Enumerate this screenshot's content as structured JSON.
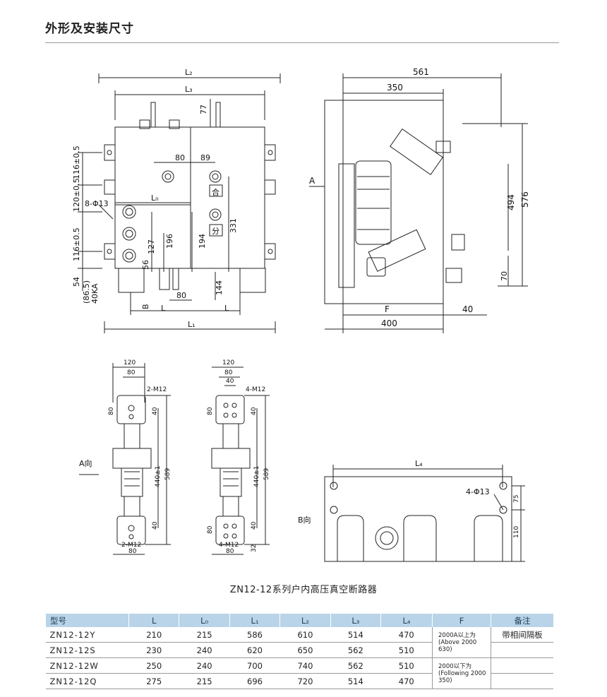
{
  "header": {
    "title": "外形及安装尺寸"
  },
  "drawing": {
    "front": {
      "L2": "L₂",
      "L3": "L₃",
      "L0": "L₀",
      "L1": "L₁",
      "L": "L",
      "d77": "77",
      "d80a": "80",
      "d89": "89",
      "d80b": "80",
      "he": "合",
      "fen": "分",
      "d116a": "116±0.5",
      "d120": "120±0.5",
      "d116b": "116±0.5",
      "phi13": "8-Φ13",
      "d54": "54",
      "d865": "(86.5)",
      "d40ka": "40KA",
      "d56": "56",
      "d127": "127",
      "d196": "196",
      "d194": "194",
      "d331": "331",
      "d144": "144",
      "B": "B"
    },
    "side": {
      "d561": "561",
      "d350": "350",
      "A": "A",
      "d494": "494",
      "d576": "576",
      "d70": "70",
      "F": "F",
      "d40": "40",
      "d400": "400"
    },
    "terminal_left": {
      "d120": "120",
      "d80": "80",
      "m12top": "2-M12",
      "d80v": "80",
      "d40": "40",
      "d589": "589",
      "d440": "440±1",
      "d40b": "40",
      "m12bot": "2-M12",
      "d80bot": "80",
      "aview": "A向"
    },
    "terminal_right": {
      "d120": "120",
      "d80": "80",
      "d40": "40",
      "m12top": "4-M12",
      "d80v": "80",
      "d40v": "40",
      "d589": "589",
      "d440": "440±1",
      "d40b": "40",
      "d80b": "80",
      "m12bot": "4-M12",
      "d32": "32",
      "d80bot": "80"
    },
    "bview": {
      "L4": "L₄",
      "phi13": "4-Φ13",
      "d75": "75",
      "d110": "110",
      "label": "B向"
    }
  },
  "caption": "ZN12-12系列户内高压真空断路器",
  "table": {
    "headers": [
      "型号",
      "L",
      "L₀",
      "L₁",
      "L₂",
      "L₃",
      "L₄",
      "F",
      "备注"
    ],
    "rows": [
      {
        "model": "ZN12-12Y",
        "L": "210",
        "L0": "215",
        "L1": "586",
        "L2": "610",
        "L3": "514",
        "L4": "470"
      },
      {
        "model": "ZN12-12S",
        "L": "230",
        "L0": "240",
        "L1": "620",
        "L2": "650",
        "L3": "562",
        "L4": "510"
      },
      {
        "model": "ZN12-12W",
        "L": "250",
        "L0": "240",
        "L1": "700",
        "L2": "740",
        "L3": "562",
        "L4": "510"
      },
      {
        "model": "ZN12-12Q",
        "L": "275",
        "L0": "215",
        "L1": "696",
        "L2": "720",
        "L3": "514",
        "L4": "470"
      }
    ],
    "F_note_1": "2000A以上为(Above 2000 630)",
    "F_note_2": "2000以下为(Following 2000 350)",
    "remark_1": "带相间隔板"
  }
}
